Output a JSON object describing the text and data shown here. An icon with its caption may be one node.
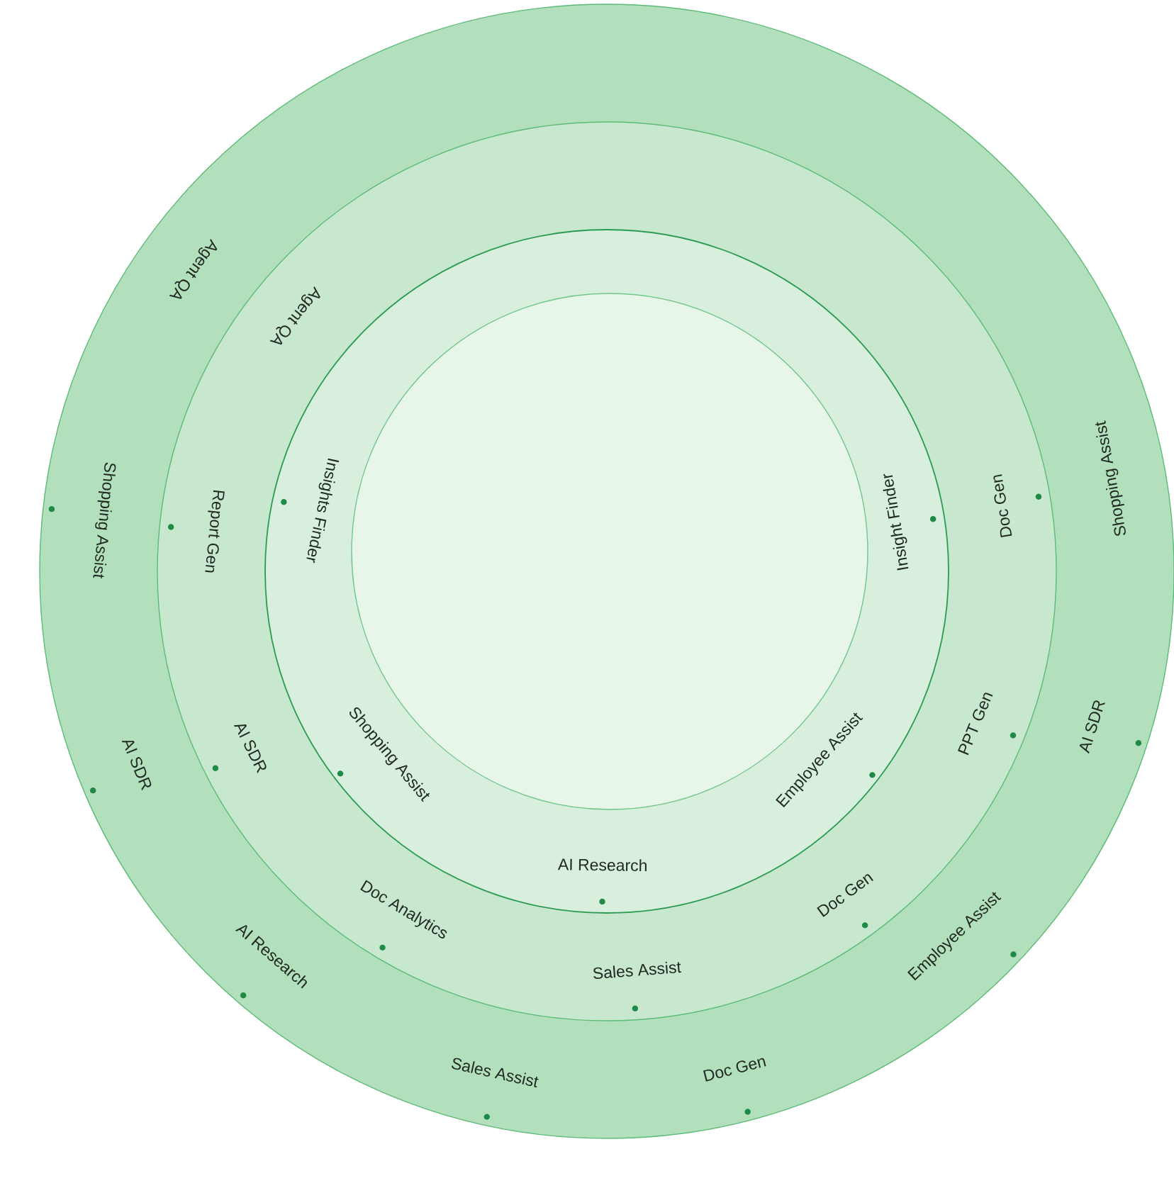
{
  "diagram": {
    "nodes": [
      {
        "text": [
          "Shopping Assist",
          "AI SDR",
          "Employee Assist",
          "Doc Gen",
          "Sales Assist",
          "AI Research",
          "AI SDR",
          "Shopping Assist",
          "Agent QA"
        ]
      },
      {
        "text": [
          "Doc Gen",
          "PPT Gen",
          "Doc Gen",
          "Sales Assist",
          "Doc Analytics",
          "AI SDR",
          "Report Gen",
          "Agent QA"
        ],
        "in": 0
      },
      {
        "text": [
          "Insight Finder",
          "Employee Assist",
          "AI Research",
          "Shopping Assist",
          "Insights Finder"
        ],
        "in": 1
      },
      {
        "text": [],
        "shape": "circle",
        "in": 2
      }
    ]
  }
}
